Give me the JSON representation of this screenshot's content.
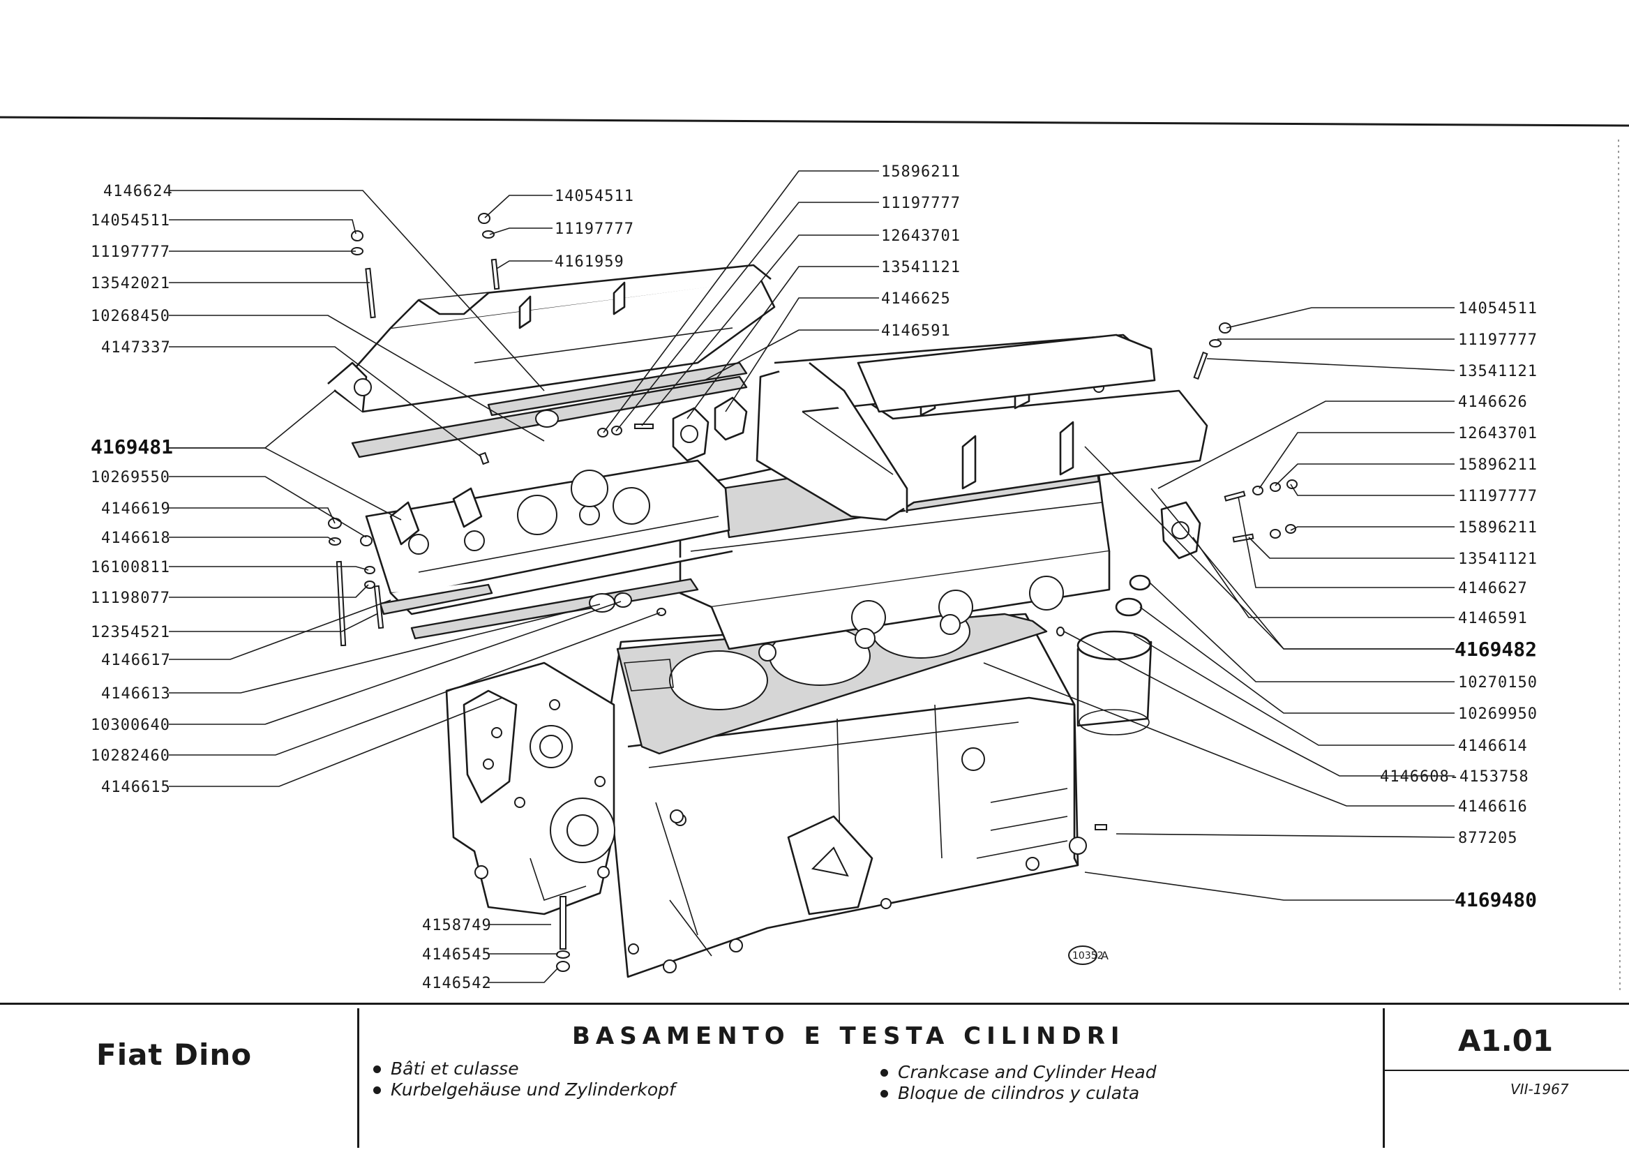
{
  "sheet": {
    "make": "Fiat Dino",
    "title": "BASAMENTO E TESTA CILINDRI",
    "subtitles": {
      "fr": "Bâti et culasse",
      "de": "Kurbelgehäuse und Zylinderkopf",
      "en": "Crankcase and Cylinder Head",
      "es": "Bloque de cilindros y culata"
    },
    "code": "A1.01",
    "date": "VII-1967"
  },
  "figure": {
    "ref_number": "10352",
    "ref_suffix": "A"
  },
  "labels_left": [
    "4146624",
    "14054511",
    "11197777",
    "13542021",
    "10268450",
    "4147337",
    "4169481",
    "10269550",
    "4146619",
    "4146618",
    "16100811",
    "11198077",
    "12354521",
    "4146617",
    "4146613",
    "10300640",
    "10282460",
    "4146615"
  ],
  "labels_top": [
    "14054511",
    "11197777",
    "4161959"
  ],
  "labels_center": [
    "15896211",
    "11197777",
    "12643701",
    "13541121",
    "4146625",
    "4146591"
  ],
  "labels_right": [
    "14054511",
    "11197777",
    "13541121",
    "4146626",
    "12643701",
    "15896211",
    "11197777",
    "15896211",
    "13541121",
    "4146627",
    "4146591",
    "4169482",
    "10270150",
    "10269950",
    "4146614",
    "4146608-4153758",
    "4146616",
    "877205",
    "4169480"
  ],
  "labels_bottom": [
    "4158749",
    "4146545",
    "4146542"
  ]
}
